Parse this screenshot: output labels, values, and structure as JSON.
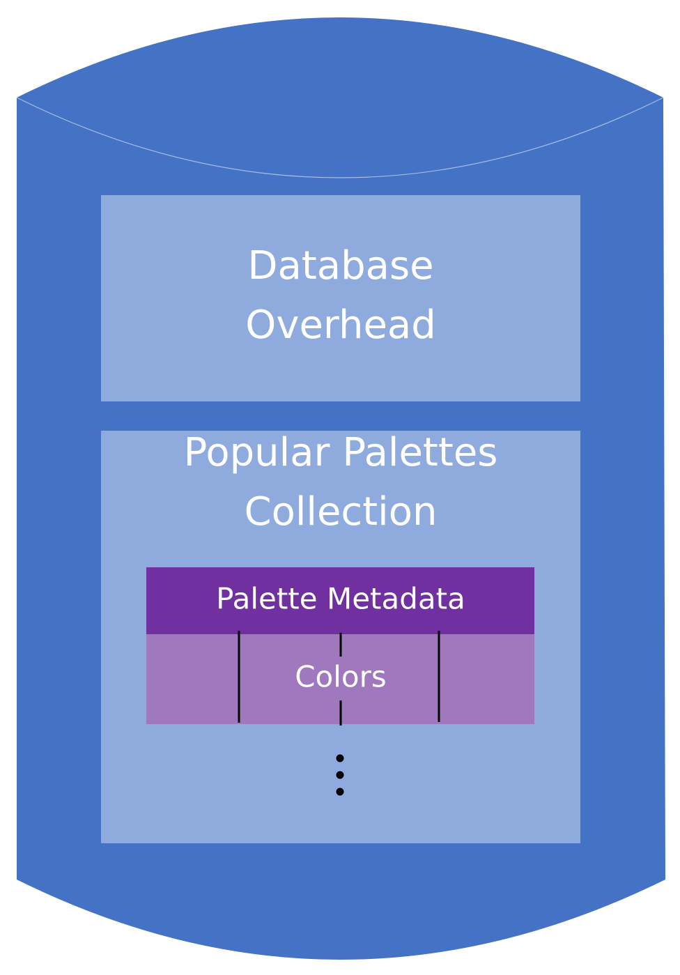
{
  "colors": {
    "cylinder": "#4472c4",
    "cylinder_edge": "#a9bfe6",
    "section_fill": "#8faadc",
    "metadata_fill": "#7030a0",
    "colors_fill": "#a078be",
    "divider": "#000000",
    "text": "#ffffff"
  },
  "overhead": {
    "line1": "Database",
    "line2": "Overhead"
  },
  "collection": {
    "line1": "Popular Palettes",
    "line2": "Collection"
  },
  "palette": {
    "metadata_label": "Palette Metadata",
    "colors_label": "Colors"
  },
  "continuation": {
    "icon": "vertical-ellipsis-icon"
  }
}
